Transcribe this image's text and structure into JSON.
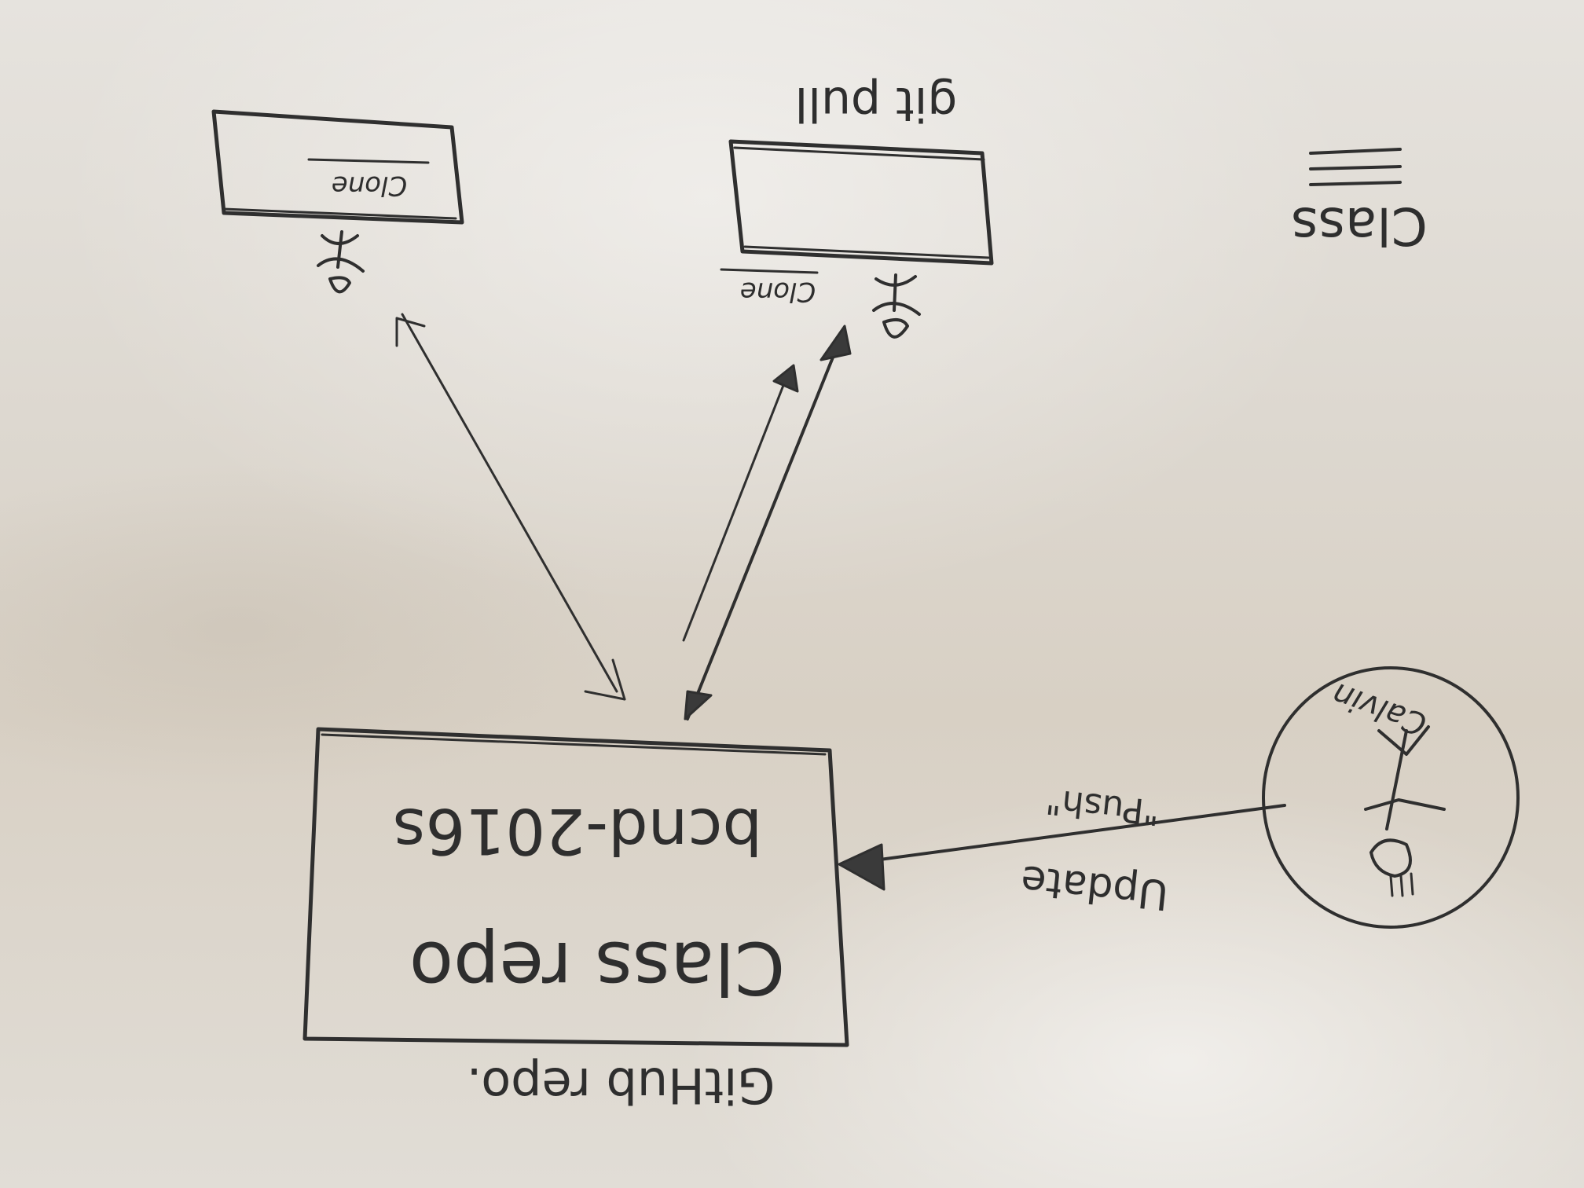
{
  "whiteboard": {
    "title": "Class",
    "github_label": "GitHub repo.",
    "central_repo": {
      "line1": "Class repo",
      "line2": "bcnd-2016s"
    },
    "clone_left": "Clone",
    "clone_right": "Clone",
    "git_pull": "git pull",
    "push_label_line1": "Update",
    "push_label_line2": "\"Push\"",
    "instructor_name": "Calvin"
  },
  "colors": {
    "ink": "#2e2e2e",
    "board": "#e3dfd9"
  }
}
